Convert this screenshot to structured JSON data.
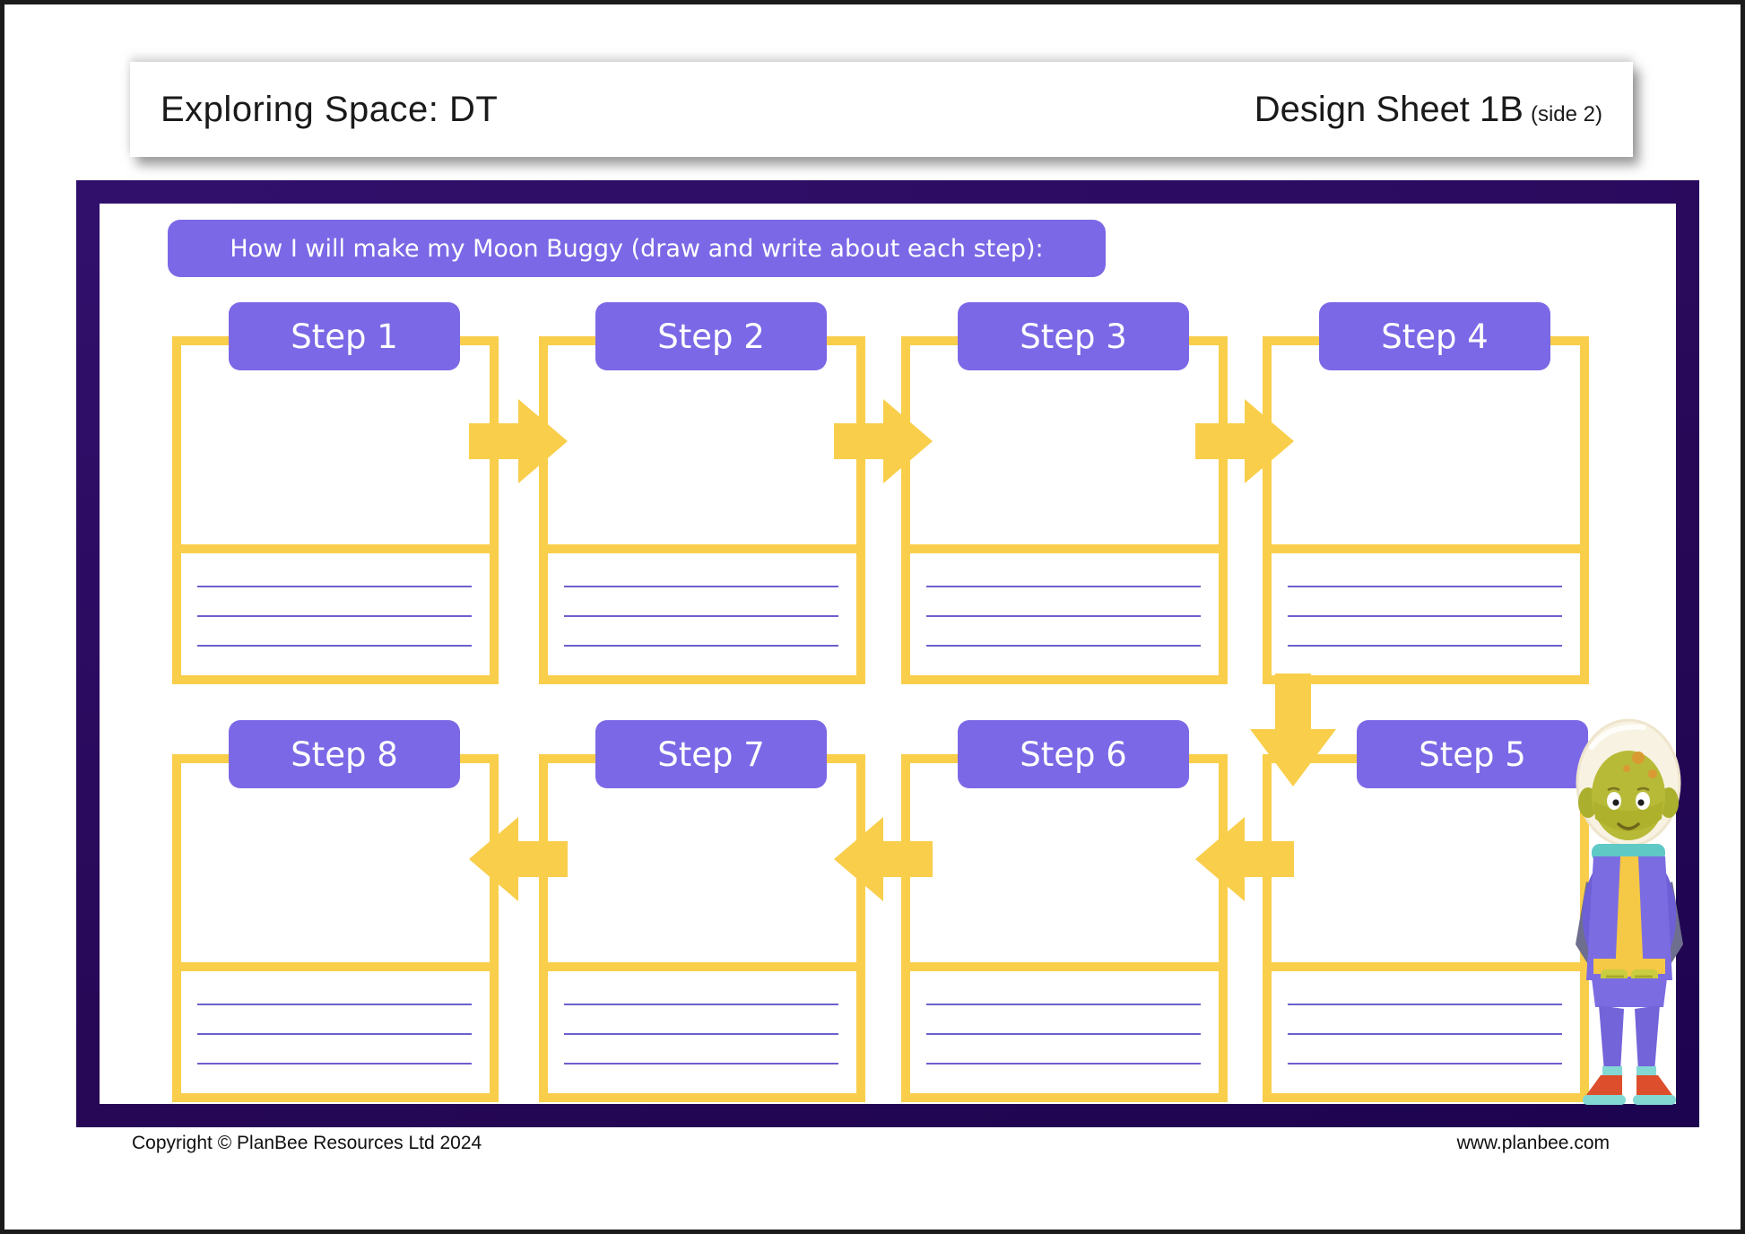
{
  "header": {
    "unit_title": "Exploring Space: DT",
    "sheet_title": "Design Sheet 1B",
    "sheet_side": "(side 2)"
  },
  "worksheet": {
    "prompt": "How I will make my Moon Buggy (draw and write about each step):",
    "steps": [
      "Step 1",
      "Step 2",
      "Step 3",
      "Step 4",
      "Step 5",
      "Step 6",
      "Step 7",
      "Step 8"
    ],
    "writing_lines_per_step": 3
  },
  "footer": {
    "copyright": "Copyright © PlanBee Resources Ltd 2024",
    "website": "www.planbee.com"
  },
  "colors": {
    "accent_purple": "#7b68e6",
    "accent_yellow": "#f9ce4b",
    "frame_navy": "#2a0a5e",
    "writing_line": "#6c60cf"
  },
  "illustration": {
    "name": "alien-astronaut"
  }
}
